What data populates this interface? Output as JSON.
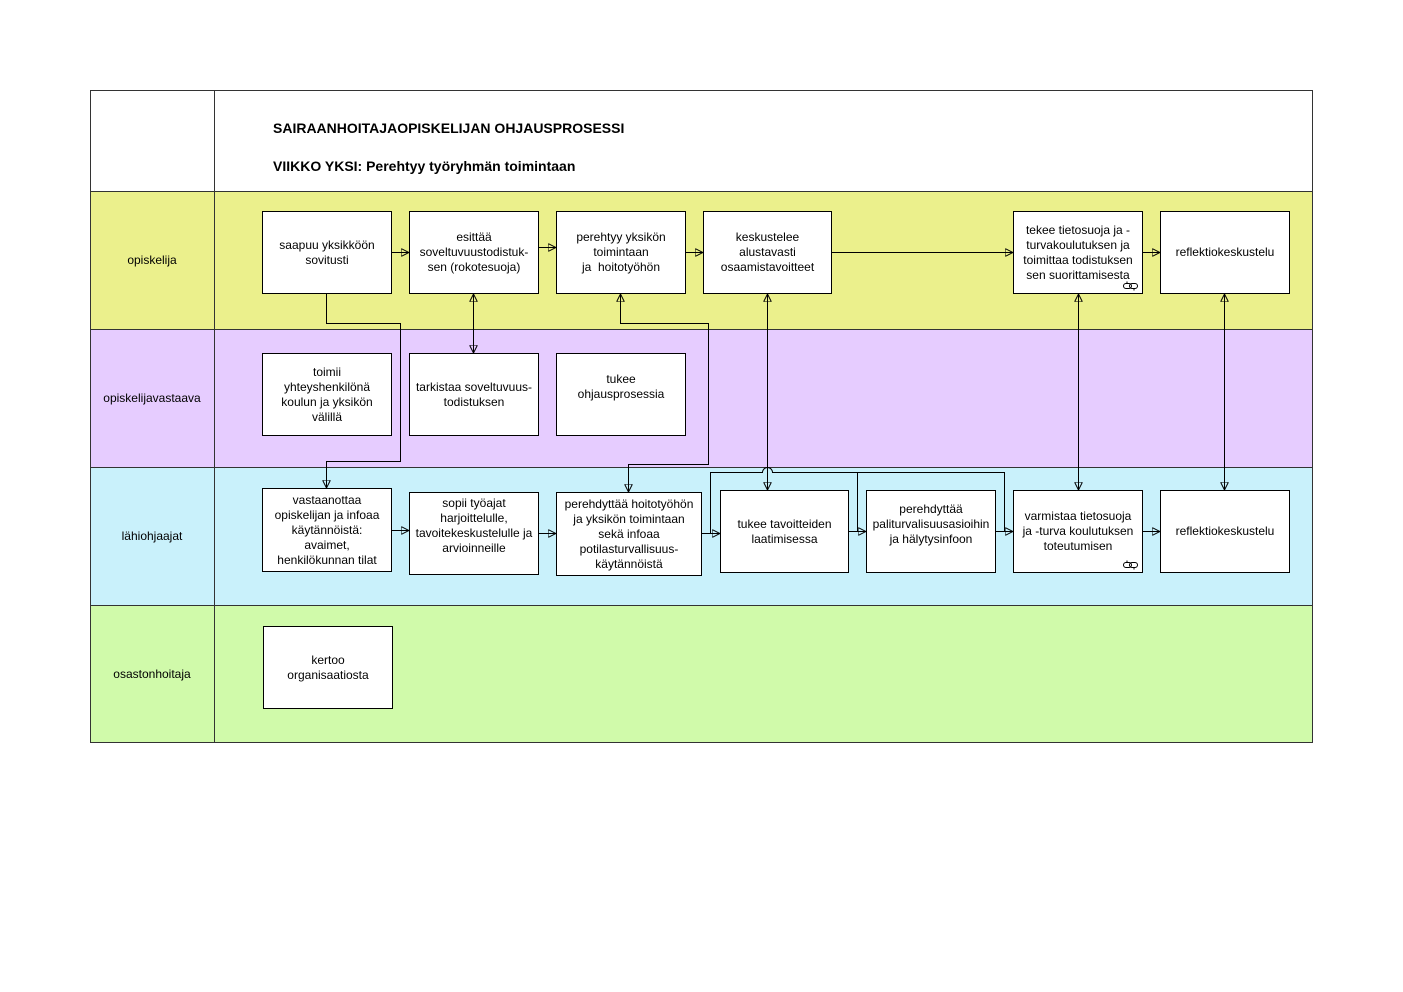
{
  "title": "SAIRAANHOITAJAOPISKELIJAN OHJAUSPROSESSI",
  "subtitle": "VIIKKO YKSI: Perehtyy työryhmän toimintaan",
  "lanes": [
    {
      "label": "opiskelija",
      "color": "#EBF08C",
      "steps": [
        {
          "text": "saapuu yksikköön\nsovitusti"
        },
        {
          "text": "esittää\nsoveltuvuustodistuk-\nsen (rokotesuoja)"
        },
        {
          "text": "perehtyy yksikön\ntoimintaan\nja  hoitotyöhön"
        },
        {
          "text": "keskustelee\nalustavasti\nosaamistavoitteet"
        },
        {
          "text": "tekee tietosuoja ja -\nturvakoulutuksen ja\ntoimittaa todistuksen\nsen suorittamisesta",
          "icon": "hyperlink-icon"
        },
        {
          "text": "reflektiokeskustelu"
        }
      ]
    },
    {
      "label": "opiskelijavastaava",
      "color": "#E6CCFF",
      "steps": [
        {
          "text": "toimii\nyhteyshenkilönä\nkoulun ja yksikön\nvälillä"
        },
        {
          "text": "tarkistaa soveltuvuus-\ntodistuksen"
        },
        {
          "text": "tukee\nohjausprosessia"
        }
      ]
    },
    {
      "label": "lähiohjaajat",
      "color": "#C9F1FB",
      "steps": [
        {
          "text": "vastaanottaa\nopiskelijan ja infoaa\nkäytännöistä:\navaimet,\nhenkilökunnan tilat"
        },
        {
          "text": "sopii työajat\nharjoittelulle,\ntavoitekeskustelulle ja\narvioinneille"
        },
        {
          "text": "perehdyttää hoitotyöhön\nja yksikön toimintaan\nsekä infoaa\npotilasturvallisuus-\nkäytännöistä"
        },
        {
          "text": "tukee tavoitteiden\nlaatimisessa"
        },
        {
          "text": "perehdyttää\npaliturvalisuusasioihin\nja hälytysinfoon"
        },
        {
          "text": "varmistaa tietosuoja\nja -turva koulutuksen\ntoteutumisen",
          "icon": "hyperlink-icon"
        },
        {
          "text": "reflektiokeskustelu"
        }
      ]
    },
    {
      "label": "osastonhoitaja",
      "color": "#D0FAAA",
      "steps": [
        {
          "text": "kertoo\norganisaatiosta"
        }
      ]
    }
  ]
}
